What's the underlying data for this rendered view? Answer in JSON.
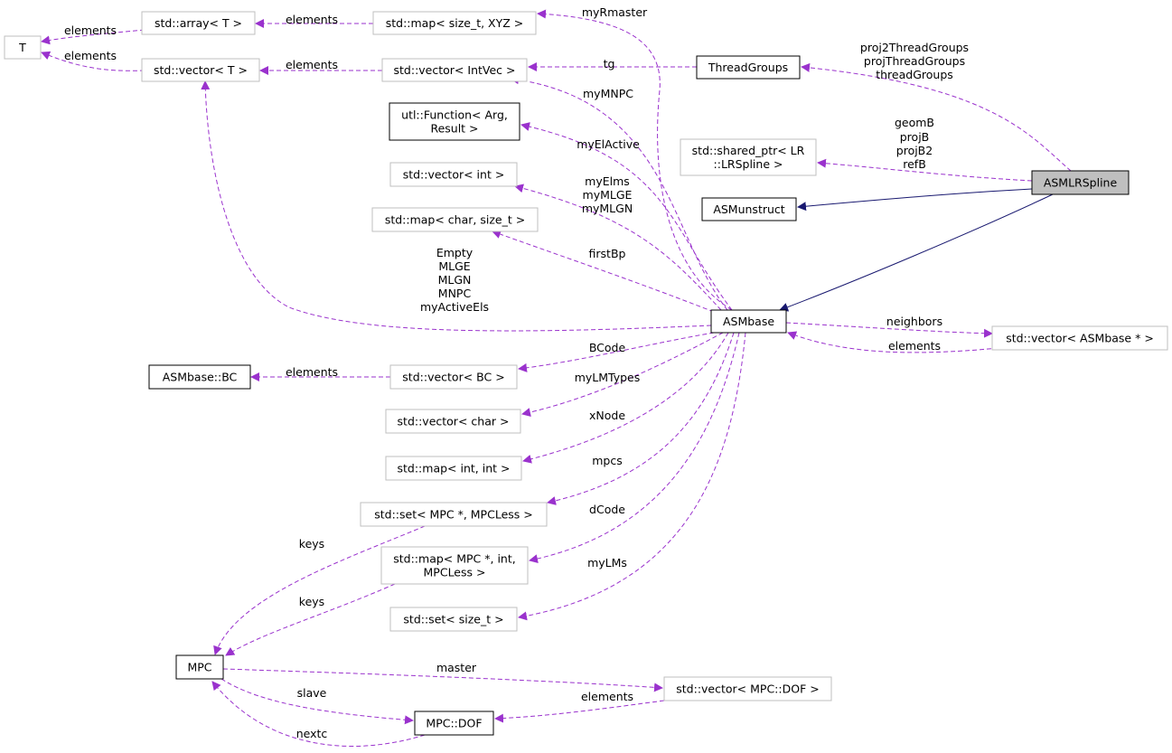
{
  "colors": {
    "usage_edge": "#9a32cd",
    "inherit_edge": "#191970",
    "focus_fill": "#bfbfbf",
    "documented_border": "#000000",
    "undocumented_border": "#bfbfbf"
  },
  "nodes": {
    "T": {
      "lines": [
        "T"
      ]
    },
    "std_array_T": {
      "lines": [
        "std::array< T >"
      ]
    },
    "std_vector_T": {
      "lines": [
        "std::vector< T >"
      ]
    },
    "std_map_size_t_XYZ": {
      "lines": [
        "std::map< size_t, XYZ >"
      ]
    },
    "std_vector_IntVec": {
      "lines": [
        "std::vector< IntVec >"
      ]
    },
    "ThreadGroups": {
      "lines": [
        "ThreadGroups"
      ]
    },
    "utl_Function": {
      "lines": [
        "utl::Function< Arg,",
        "Result >"
      ]
    },
    "shared_ptr_LRSpline": {
      "lines": [
        "std::shared_ptr< LR",
        "::LRSpline >"
      ]
    },
    "ASMLRSpline": {
      "lines": [
        "ASMLRSpline"
      ]
    },
    "std_vector_int": {
      "lines": [
        "std::vector< int >"
      ]
    },
    "ASMunstruct": {
      "lines": [
        "ASMunstruct"
      ]
    },
    "std_map_char_size_t": {
      "lines": [
        "std::map< char, size_t >"
      ]
    },
    "ASMbase": {
      "lines": [
        "ASMbase"
      ]
    },
    "std_vector_ASMbase_ptr": {
      "lines": [
        "std::vector< ASMbase * >"
      ]
    },
    "ASMbase_BC": {
      "lines": [
        "ASMbase::BC"
      ]
    },
    "std_vector_BC": {
      "lines": [
        "std::vector< BC >"
      ]
    },
    "std_vector_char": {
      "lines": [
        "std::vector< char >"
      ]
    },
    "std_map_int_int": {
      "lines": [
        "std::map< int, int >"
      ]
    },
    "std_set_MPC_ptr": {
      "lines": [
        "std::set< MPC *, MPCLess >"
      ]
    },
    "std_map_MPC_ptr_int": {
      "lines": [
        "std::map< MPC *, int,",
        "MPCLess >"
      ]
    },
    "std_set_size_t": {
      "lines": [
        "std::set< size_t >"
      ]
    },
    "MPC": {
      "lines": [
        "MPC"
      ]
    },
    "std_vector_MPC_DOF": {
      "lines": [
        "std::vector< MPC::DOF >"
      ]
    },
    "MPC_DOF": {
      "lines": [
        "MPC::DOF"
      ]
    }
  },
  "edges": {
    "array_T_elements": [
      "elements"
    ],
    "vector_T_elements": [
      "elements"
    ],
    "map_XYZ_elements": [
      "elements"
    ],
    "vector_IntVec_elements": [
      "elements"
    ],
    "myRmaster": [
      "myRmaster"
    ],
    "tg": [
      "tg"
    ],
    "thread_groups": [
      "proj2ThreadGroups",
      "projThreadGroups",
      "threadGroups"
    ],
    "myMNPC": [
      "myMNPC"
    ],
    "myElActive": [
      "myElActive"
    ],
    "lr_splines": [
      "geomB",
      "projB",
      "projB2",
      "refB"
    ],
    "my_elms": [
      "myElms",
      "myMLGE",
      "myMLGN"
    ],
    "firstBp": [
      "firstBp"
    ],
    "active_els": [
      "Empty",
      "MLGE",
      "MLGN",
      "MNPC",
      "myActiveEls"
    ],
    "neighbors": [
      "neighbors"
    ],
    "asmbase_vec_elements": [
      "elements"
    ],
    "BCode": [
      "BCode"
    ],
    "bc_elements": [
      "elements"
    ],
    "myLMTypes": [
      "myLMTypes"
    ],
    "xNode": [
      "xNode"
    ],
    "mpcs": [
      "mpcs"
    ],
    "dCode": [
      "dCode"
    ],
    "myLMs": [
      "myLMs"
    ],
    "set_keys": [
      "keys"
    ],
    "map_keys": [
      "keys"
    ],
    "master": [
      "master"
    ],
    "dof_elements": [
      "elements"
    ],
    "slave": [
      "slave"
    ],
    "nextc": [
      "nextc"
    ]
  }
}
